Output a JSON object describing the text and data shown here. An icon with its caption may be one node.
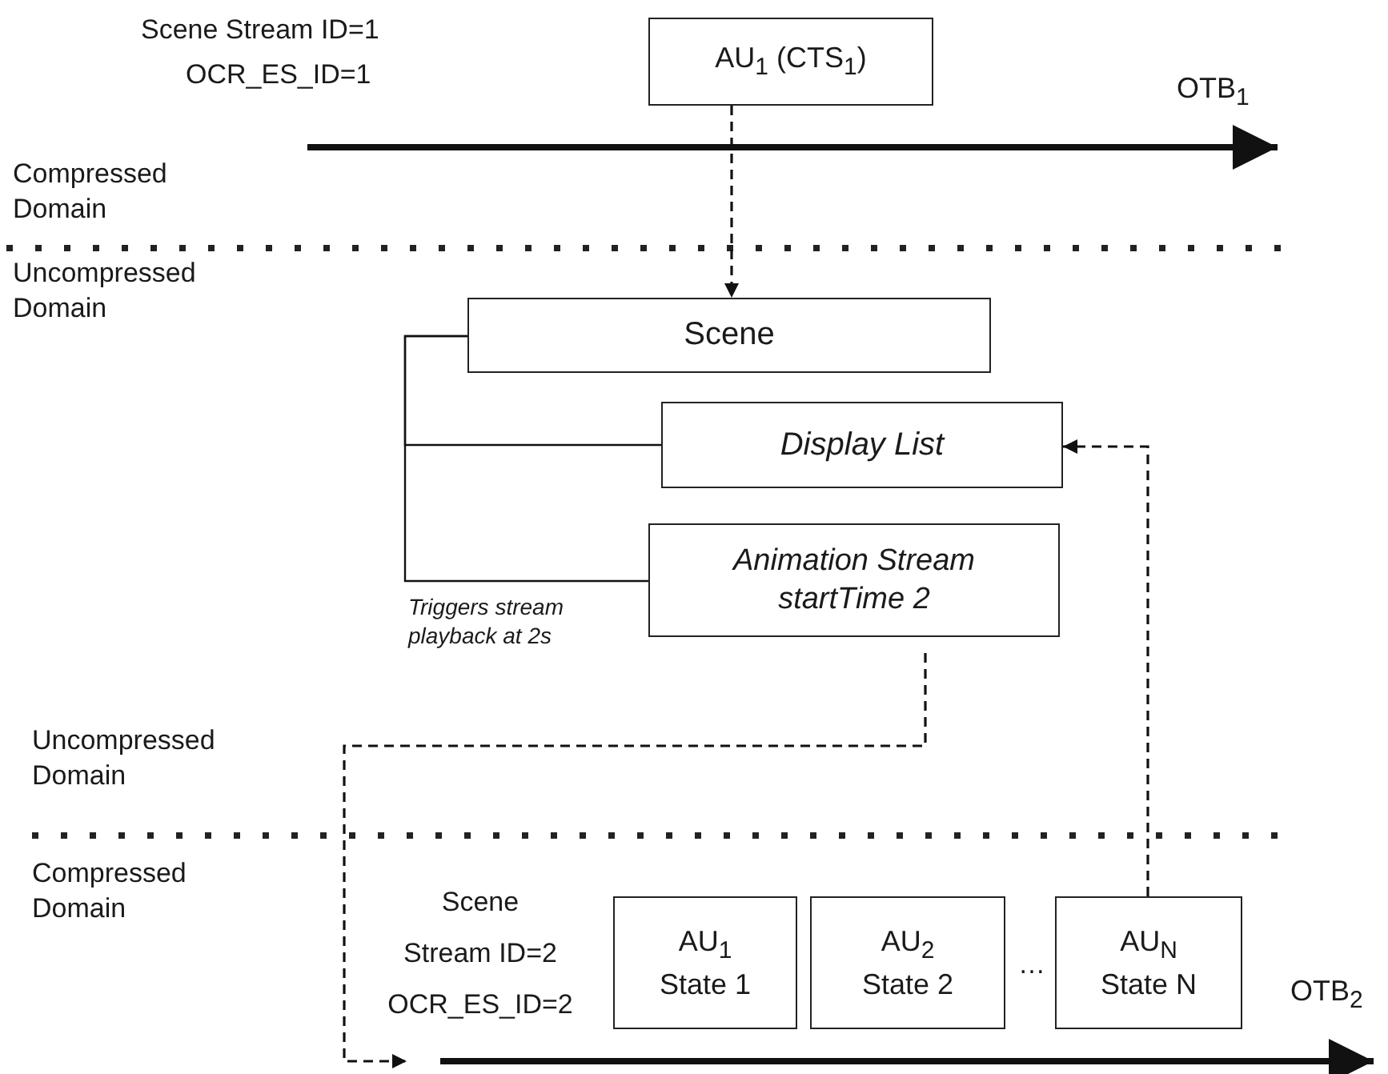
{
  "diagram": {
    "nodes": [
      {
        "text": [
          "AU$_{1}$ (CTS$_{1}$)"
        ]
      },
      {
        "text": [
          "Scene"
        ]
      },
      {
        "text": [
          "Display List"
        ]
      },
      {
        "text": [
          "Animation Stream startTime 2"
        ]
      },
      {
        "text": [
          "AU$_{1}$",
          "State 1"
        ]
      },
      {
        "text": [
          "AU$_{2}$",
          "State 2"
        ]
      },
      {
        "text": [
          "AU$_{N}$",
          "State N"
        ]
      }
    ],
    "edges": [
      {
        "from": 0,
        "to": 1,
        "arrow": "to",
        "style": "dashed"
      },
      {
        "from": 1,
        "to": 2,
        "arrow": "none"
      },
      {
        "from": 1,
        "to": 3,
        "arrow": "none"
      },
      {
        "from": 3,
        "to": null,
        "arrow": "to",
        "style": "dashed"
      },
      {
        "from": 6,
        "to": 2,
        "arrow": "to",
        "style": "dashed"
      }
    ],
    "labels": [
      "Scene  Stream ID=1",
      "OCR_ES_ID=1",
      "OTB$_{1}$",
      "Compressed Domain",
      "Uncompressed Domain",
      "Triggers stream playback at 2s",
      "Uncompressed Domain",
      "Compressed Domain",
      "Scene",
      "Stream ID=2",
      "OCR_ES_ID=2",
      "…",
      "OTB$_{2}$"
    ]
  }
}
